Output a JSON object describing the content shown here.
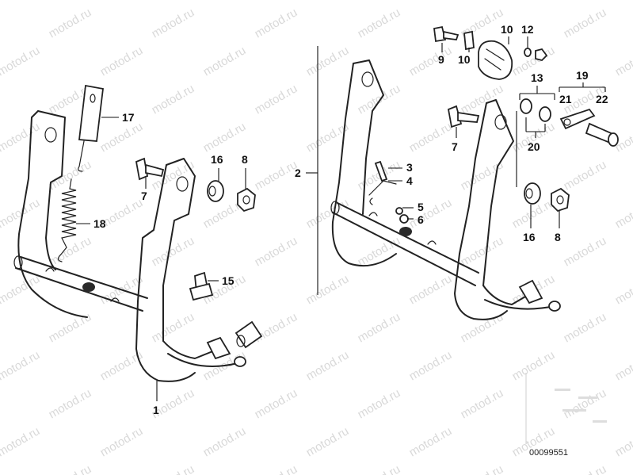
{
  "watermark_text": "motod.ru",
  "drawing_code": "00099551",
  "labels": {
    "l1": "1",
    "l2": "2",
    "l3": "3",
    "l4": "4",
    "l5": "5",
    "l6": "6",
    "l7a": "7",
    "l7b": "7",
    "l8a": "8",
    "l8b": "8",
    "l9": "9",
    "l10a": "10",
    "l10b": "10",
    "l12": "12",
    "l13": "13",
    "l15": "15",
    "l16a": "16",
    "l16b": "16",
    "l17": "17",
    "l18": "18",
    "l19": "19",
    "l20": "20",
    "l21": "21",
    "l22": "22"
  }
}
